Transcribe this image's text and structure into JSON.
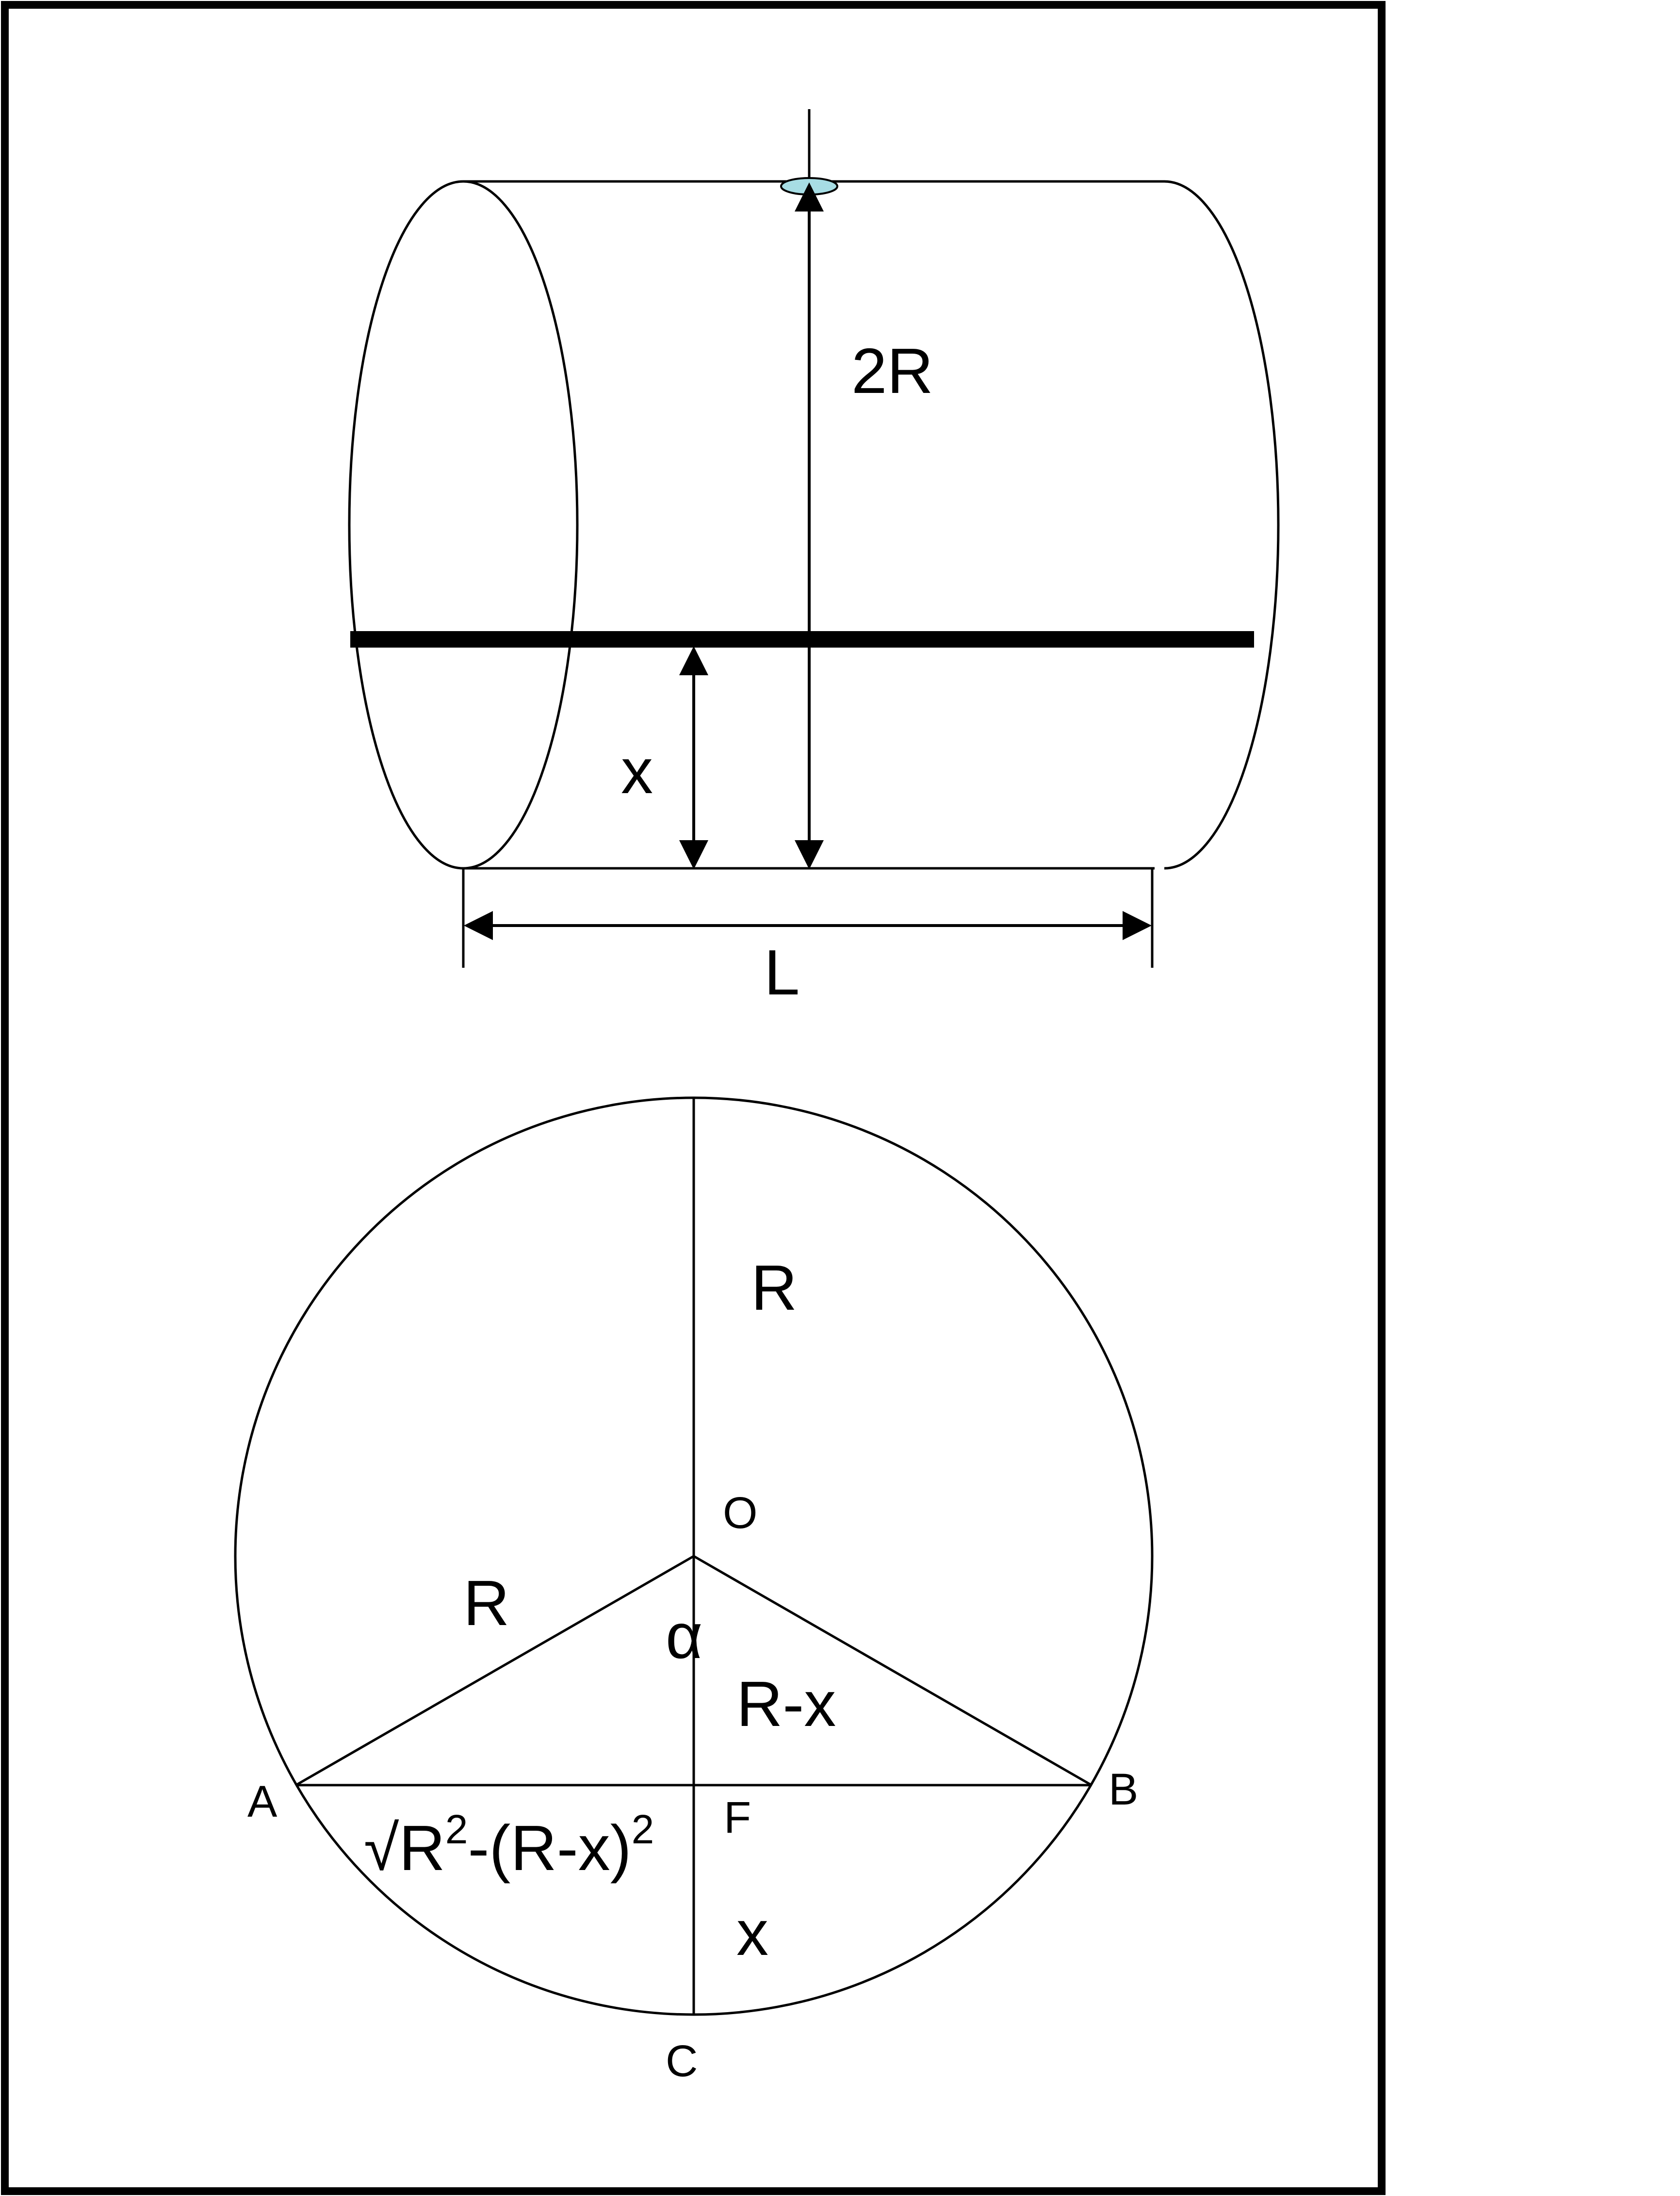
{
  "labels": {
    "diameter": "2R",
    "height_x": "x",
    "length": "L",
    "radius_top": "R",
    "radius_left": "R",
    "center": "O",
    "angle": "α",
    "r_minus_x": "R-x",
    "point_a": "A",
    "point_b": "B",
    "point_f": "F",
    "point_c": "C",
    "segment_x": "x",
    "formula": {
      "sqrt": "√",
      "r": "R",
      "exp1": "2",
      "mid": "-(R-x)",
      "exp2": "2"
    }
  },
  "colors": {
    "stroke": "#000000",
    "valve_fill": "#a7dde4",
    "background": "#ffffff"
  }
}
